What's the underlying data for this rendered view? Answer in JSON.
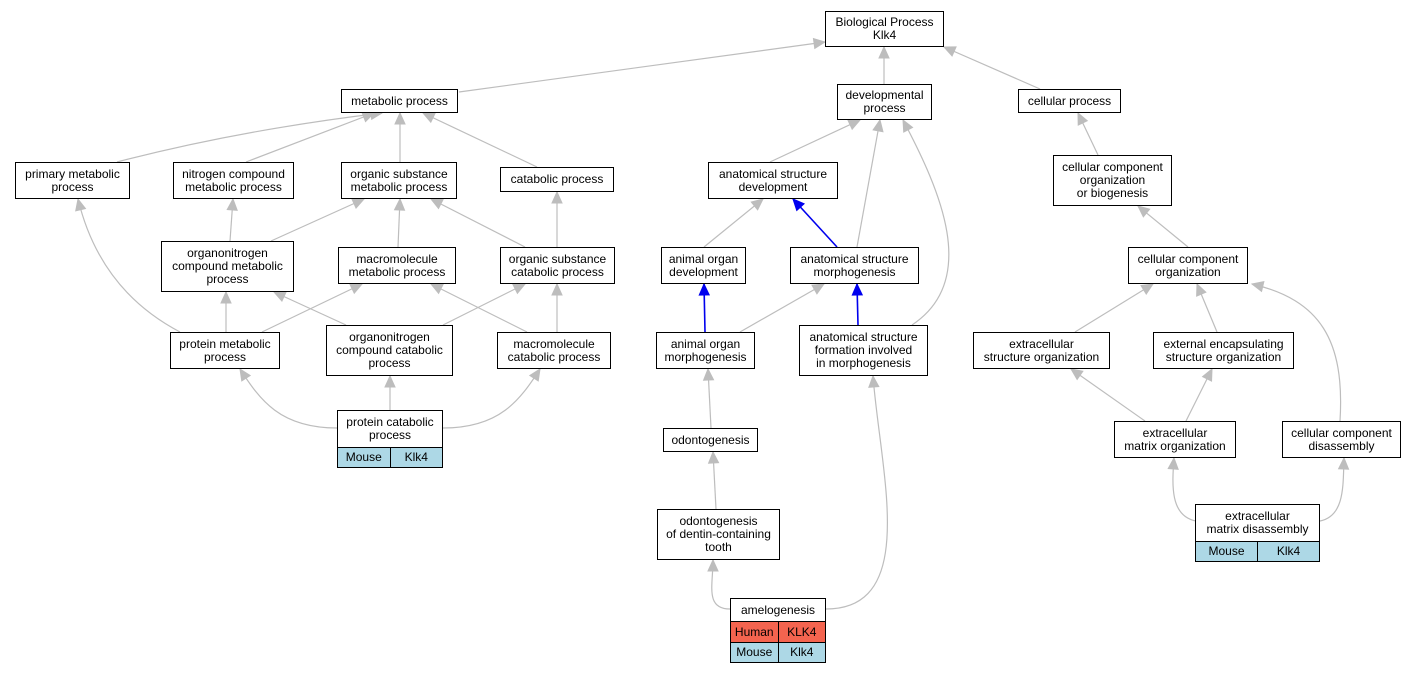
{
  "colors": {
    "edge": "#bdbdbd",
    "highlight_edge": "#0000ee",
    "mouse_fill": "#add8e6",
    "human_fill": "#f4644f"
  },
  "nodes": {
    "bp": "Biological Process\nKlk4",
    "metabolic": "metabolic process",
    "developmental": "developmental\nprocess",
    "cellular": "cellular process",
    "primary_metabolic": "primary metabolic\nprocess",
    "nitrogen_compound": "nitrogen compound\nmetabolic process",
    "organic_substance_metabolic": "organic substance\nmetabolic process",
    "catabolic": "catabolic process",
    "anatomical_dev": "anatomical structure\ndevelopment",
    "ccob": "cellular component\norganization\nor biogenesis",
    "organonitrogen_metabolic": "organonitrogen\ncompound metabolic\nprocess",
    "macromolecule_metabolic": "macromolecule\nmetabolic process",
    "organic_substance_catabolic": "organic substance\ncatabolic process",
    "animal_organ_dev": "animal organ\ndevelopment",
    "anatomical_morph": "anatomical structure\nmorphogenesis",
    "cc_org": "cellular component\norganization",
    "protein_metabolic": "protein metabolic\nprocess",
    "organonitrogen_catabolic": "organonitrogen\ncompound catabolic\nprocess",
    "macromolecule_catabolic": "macromolecule\ncatabolic process",
    "animal_organ_morph": "animal organ\nmorphogenesis",
    "anatomical_formation": "anatomical structure\nformation involved\nin morphogenesis",
    "extracellular_structure": "extracellular\nstructure organization",
    "external_encapsulating": "external encapsulating\nstructure organization",
    "odontogenesis": "odontogenesis",
    "ecm_org": "extracellular\nmatrix organization",
    "cc_disassembly": "cellular component\ndisassembly",
    "odontogenesis_dentin": "odontogenesis\nof dentin-containing\ntooth"
  },
  "annotated": {
    "protein_catabolic": {
      "title": "protein catabolic\nprocess",
      "rows": [
        {
          "species": "Mouse",
          "gene": "Klk4"
        }
      ]
    },
    "ecm_disassembly": {
      "title": "extracellular\nmatrix disassembly",
      "rows": [
        {
          "species": "Mouse",
          "gene": "Klk4"
        }
      ]
    },
    "amelogenesis": {
      "title": "amelogenesis",
      "rows": [
        {
          "species": "Human",
          "gene": "KLK4"
        },
        {
          "species": "Mouse",
          "gene": "Klk4"
        }
      ]
    }
  }
}
